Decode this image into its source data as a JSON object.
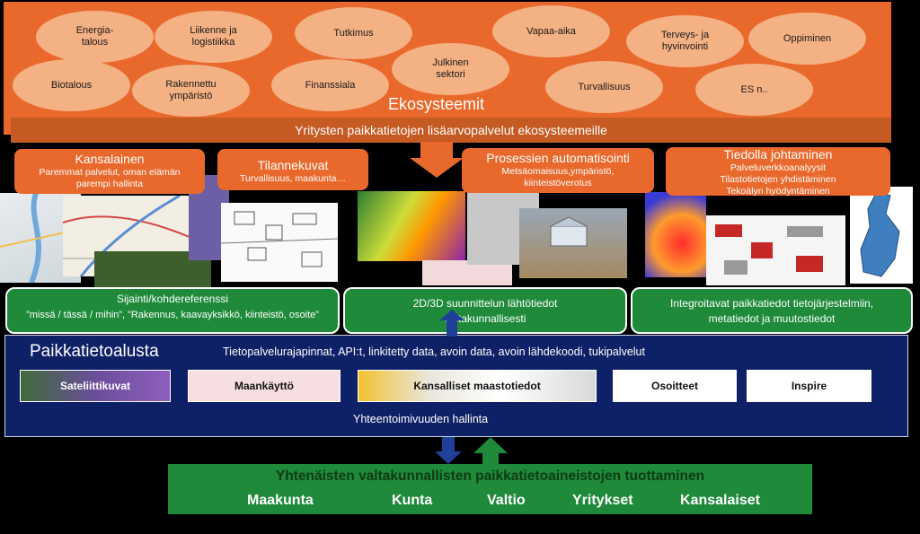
{
  "ecosystems": {
    "title": "Ekosysteemit",
    "banner": "Yritysten paikkatietojen lisäarvopalvelut ekosysteemeille",
    "items": [
      "Energia-\ntalous",
      "Liikenne ja\nlogistiikka",
      "Tutkimus",
      "Vapaa-aika",
      "Terveys- ja\nhyvinvointi",
      "Oppiminen",
      "Biotalous",
      "Rakennettu\nympäristö",
      "Finanssiala",
      "Julkinen\nsektori",
      "Turvallisuus",
      "ES n.."
    ]
  },
  "callouts": [
    {
      "title": "Kansalainen",
      "sub": "Paremmat palvelut, oman elämän\nparempi hallinta"
    },
    {
      "title": "Tilannekuvat",
      "sub": "Turvallisuus, maakunta…"
    },
    {
      "title": "Prosessien automatisointi",
      "sub": "Metsäomaisuus,ympäristö,\nkiinteistöverotus"
    },
    {
      "title": "Tiedolla johtaminen",
      "sub": "Palveluverkkoanalyysit\nTilastotietojen yhdistäminen\nTekoälyn hyödyntäminen"
    }
  ],
  "green_boxes": [
    {
      "title": "Sijainti/kohdereferenssi",
      "sub": "”missä / tässä / mihin”, ”Rakennus, kaavayksikkö, kiinteistö, osoite”"
    },
    {
      "title": "2D/3D suunnittelun lähtötiedot",
      "sub": "valtakunnallisesti"
    },
    {
      "title": "Integroitavat paikkatiedot tietojärjestelmiin,",
      "sub": "metatiedot ja muutostiedot"
    }
  ],
  "platform": {
    "title": "Paikkatietoalusta",
    "subtitle": "Tietopalvelurajapinnat, API:t, linkitetty data, avoin data,  avoin lähdekoodi, tukipalvelut",
    "datasets": [
      "Sateliittikuvat",
      "Maankäyttö",
      "Kansalliset maastotiedot",
      "Osoitteet",
      "Inspire"
    ],
    "footer": "Yhteentoimivuuden hallinta"
  },
  "production": {
    "title": "Yhtenäisten valtakunnallisten paikkatietoaineistojen tuottaminen",
    "producers": [
      "Maakunta",
      "Kunta",
      "Valtio",
      "Yritykset",
      "Kansalaiset"
    ]
  },
  "colors": {
    "ecosystem_orange": "#e9692c",
    "ellipse_peach": "#f4b183",
    "green": "#1e8a3a",
    "platform_navy": "#0e2066",
    "arrow_blue": "#1f3f99"
  }
}
